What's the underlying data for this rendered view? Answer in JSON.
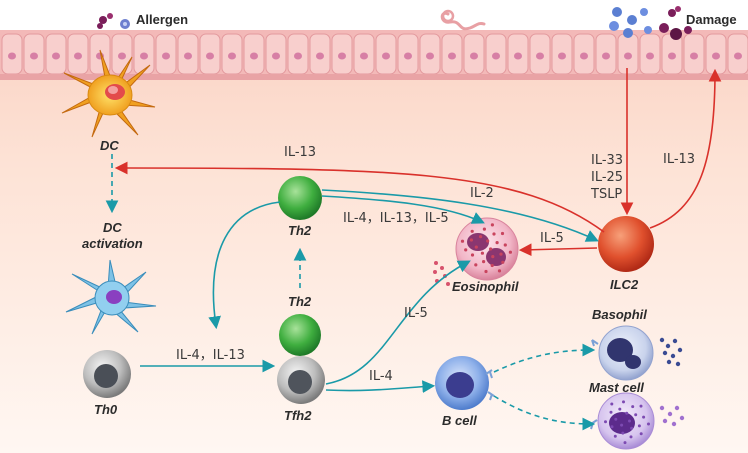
{
  "triggers": {
    "allergen": "Allergen",
    "damage": "Damage"
  },
  "cells": {
    "dc": "DC",
    "dc_activation_1": "DC",
    "dc_activation_2": "activation",
    "th0": "Th0",
    "th2_top": "Th2",
    "th2_mid": "Th2",
    "tfh2": "Tfh2",
    "eosinophil": "Eosinophil",
    "ilc2": "ILC2",
    "b_cell": "B cell",
    "basophil": "Basophil",
    "mast_cell": "Mast cell"
  },
  "cytokines": {
    "il13_to_dc": "IL-13",
    "il33": "IL-33",
    "il25": "IL-25",
    "tslp": "TSLP",
    "il13_epithelium": "IL-13",
    "il2": "IL-2",
    "il4_il13_il5": "IL-4，IL-13，IL-5",
    "il5_ilc2": "IL-5",
    "il4_il13_th0": "IL-4，IL-13",
    "il5_tfh2": "IL-5",
    "il4_bcell": "IL-4"
  },
  "colors": {
    "red_arrow": "#d9312b",
    "teal_arrow": "#1a9aa8",
    "epithelium": "#f4c3c0",
    "tissue": "#fbd9c7"
  }
}
